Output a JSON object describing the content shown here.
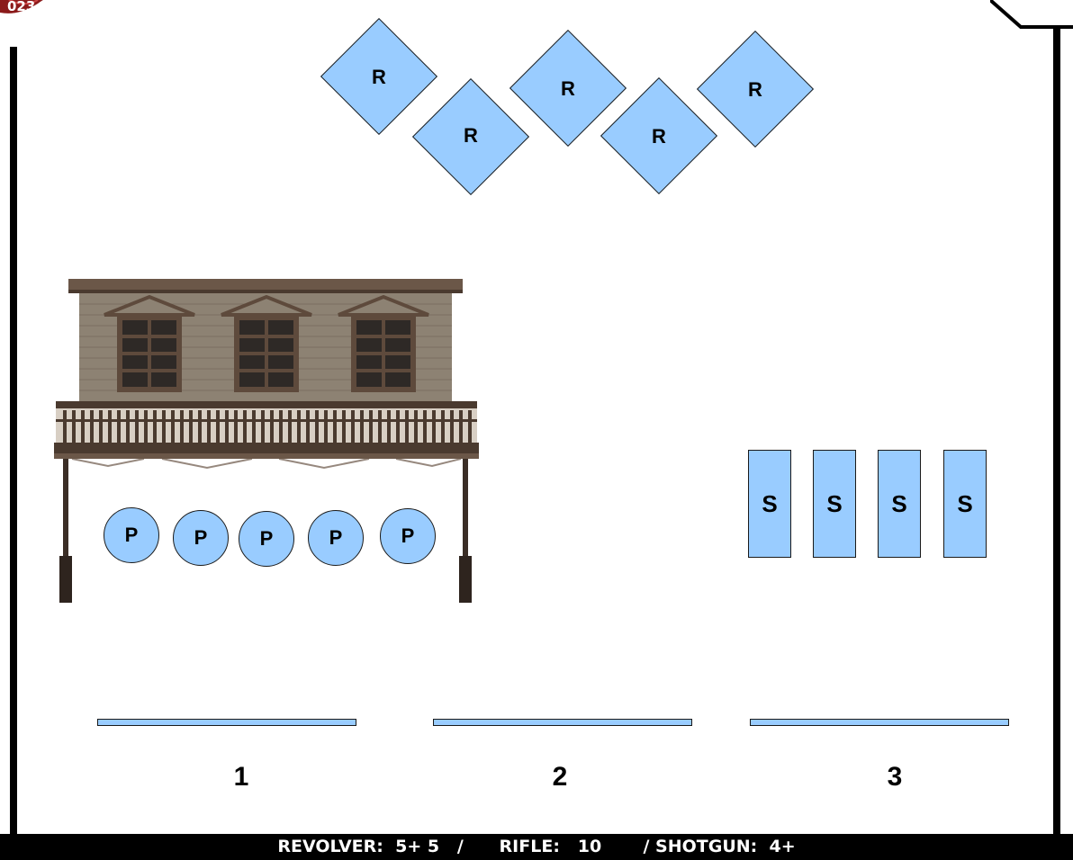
{
  "logo": {
    "year_text": "023"
  },
  "targets": {
    "rifle": [
      {
        "label": "R"
      },
      {
        "label": "R"
      },
      {
        "label": "R"
      },
      {
        "label": "R"
      },
      {
        "label": "R"
      }
    ],
    "pistol": [
      {
        "label": "P"
      },
      {
        "label": "P"
      },
      {
        "label": "P"
      },
      {
        "label": "P"
      },
      {
        "label": "P"
      }
    ],
    "shotgun": [
      {
        "label": "S"
      },
      {
        "label": "S"
      },
      {
        "label": "S"
      },
      {
        "label": "S"
      }
    ]
  },
  "stations": [
    {
      "label": "1"
    },
    {
      "label": "2"
    },
    {
      "label": "3"
    }
  ],
  "footer": {
    "text": "REVOLVER:  5+ 5   /      RIFLE:   10       / SHOTGUN:  4+"
  },
  "colors": {
    "target_fill": "#99ccff",
    "outline": "#1a1a1a",
    "logo_red": "#8b1a1a",
    "building_wall": "#8d8273",
    "building_trim": "#5e4a3c"
  }
}
